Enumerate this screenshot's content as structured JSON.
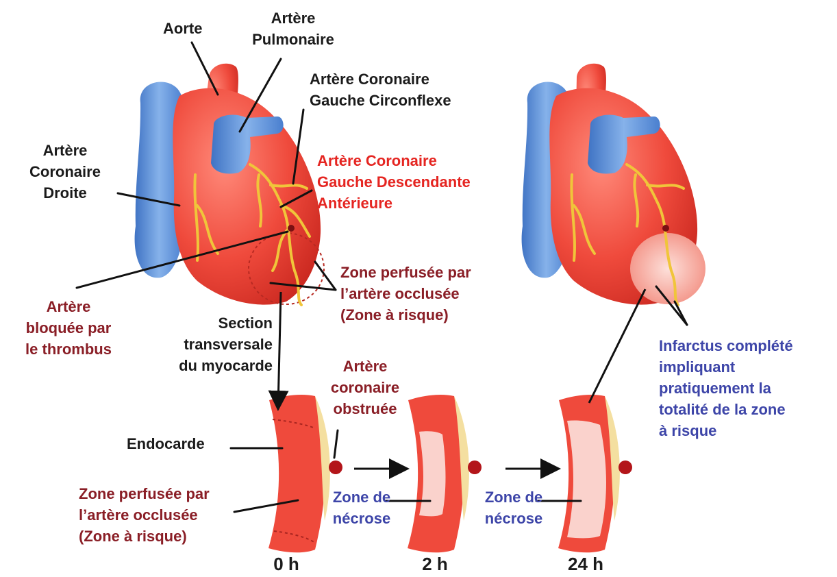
{
  "labels": {
    "aorte": "Aorte",
    "artere_pulmonaire": [
      "Artère",
      "Pulmonaire"
    ],
    "coronaire_circonflexe": [
      "Artère Coronaire",
      "Gauche Circonflexe"
    ],
    "coronaire_droite": [
      "Artère",
      "Coronaire",
      "Droite"
    ],
    "coronaire_descendante": [
      "Artère Coronaire",
      "Gauche Descendante",
      "Antérieure"
    ],
    "zone_perfusee_haut": [
      "Zone perfusée par",
      "l’artère occlusée",
      "(Zone à risque)"
    ],
    "artere_bloquee": [
      "Artère",
      "bloquée par",
      "le thrombus"
    ],
    "section_transversale": [
      "Section",
      "transversale",
      "du myocarde"
    ],
    "artere_obstruee": [
      "Artère",
      "coronaire",
      "obstruée"
    ],
    "endocarde": "Endocarde",
    "zone_perfusee_bas": [
      "Zone perfusée par",
      "l’artère occlusée",
      "(Zone à risque)"
    ],
    "necrose_2h": [
      "Zone de",
      "nécrose"
    ],
    "necrose_24h": [
      "Zone de",
      "nécrose"
    ],
    "infarctus": [
      "Infarctus complété",
      "impliquant",
      "pratiquement la",
      "totalité de la zone",
      "à risque"
    ]
  },
  "timepoints": [
    "0 h",
    "2 h",
    "24 h"
  ],
  "colors": {
    "heart_red": "#ef4a3c",
    "vessel_blue": "#5b8fd6",
    "coronary_yellow": "#f0c53a",
    "risk_zone": "#f6b0a6",
    "necrosis": "#fad2cc",
    "label_red": "#e52521",
    "label_maroon": "#8a1e26",
    "label_blue": "#3d45a8"
  }
}
